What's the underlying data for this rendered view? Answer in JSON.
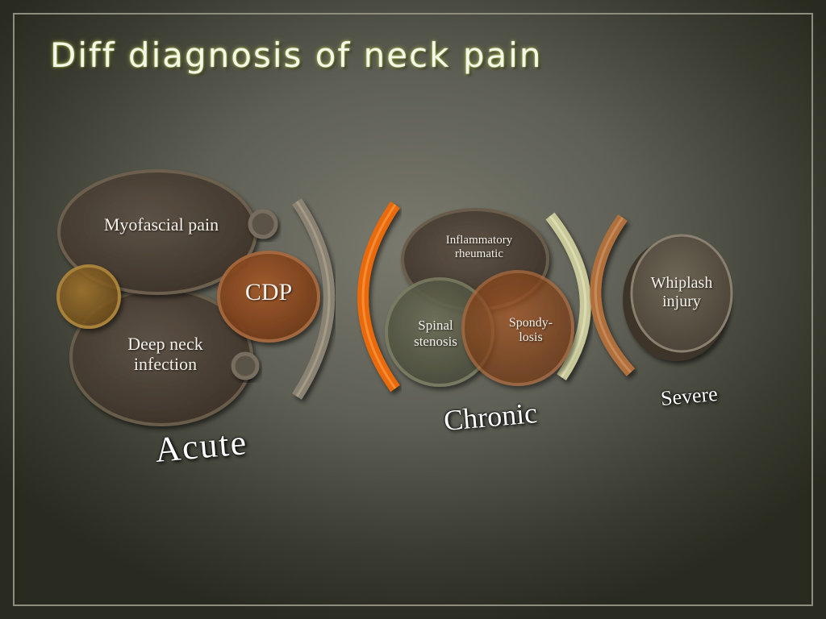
{
  "title": "Diff diagnosis of neck pain",
  "groups": {
    "acute": {
      "label": "Acute",
      "items": [
        "Myofascial pain",
        "CDP",
        "Deep neck infection"
      ]
    },
    "chronic": {
      "label": "Chronic",
      "items": [
        "Inflammatory rheumatic",
        "Spinal stenosis",
        "Spondy- losis"
      ]
    },
    "severe": {
      "label": "Severe",
      "items": [
        "Whiplash injury"
      ]
    }
  },
  "colors": {
    "dark_circle": "#4d4236",
    "orange_circle": "#8a4a22",
    "olive_circle": "#5a5c46",
    "orange_arc": "#e86a10",
    "olive_arc": "#c8c89a",
    "gray_arc": "#8a8272",
    "copper_arc": "#b0703e"
  }
}
